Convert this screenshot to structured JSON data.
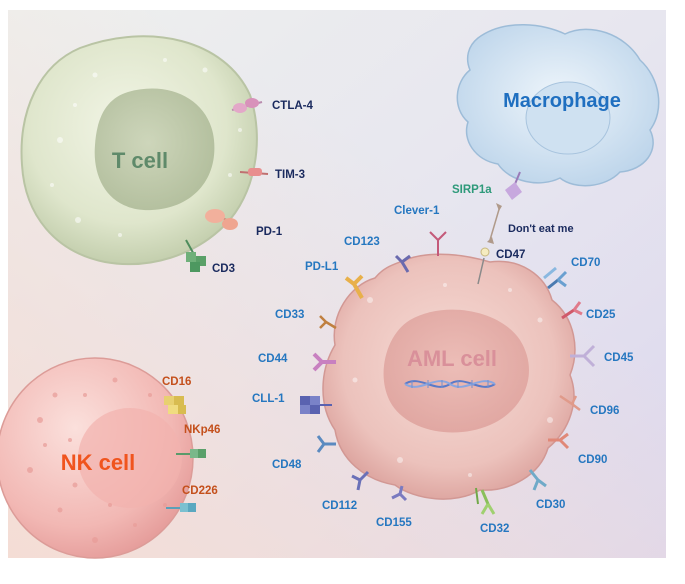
{
  "cells": {
    "t_cell": "T cell",
    "macrophage": "Macrophage",
    "aml_cell": "AML cell",
    "nk_cell": "NK cell"
  },
  "t_cell_receptors": {
    "ctla4": "CTLA-4",
    "tim3": "TIM-3",
    "pd1": "PD-1",
    "cd3": "CD3"
  },
  "macrophage_receptor": {
    "sirp1a": "SIRP1a",
    "signal": "Don't eat me"
  },
  "nk_receptors": {
    "cd16": "CD16",
    "nkp46": "NKp46",
    "cd226": "CD226"
  },
  "aml_antigens": {
    "clever1": "Clever-1",
    "cd123": "CD123",
    "pdl1": "PD-L1",
    "cd47": "CD47",
    "cd70": "CD70",
    "cd33": "CD33",
    "cd25": "CD25",
    "cd44": "CD44",
    "cd45": "CD45",
    "cll1": "CLL-1",
    "cd96": "CD96",
    "cd48": "CD48",
    "cd90": "CD90",
    "cd112": "CD112",
    "cd155": "CD155",
    "cd32": "CD32",
    "cd30": "CD30"
  },
  "colors": {
    "aml_label": "#2577c0",
    "t_label": "#1a2a5e",
    "nk_label": "#c4501c",
    "sirp_label": "#2e9a7a",
    "macrophage_title": "#1f6fc0",
    "t_cell_title": "#5f8a6a",
    "aml_title": "#d9909a",
    "nk_title": "#f0541e"
  }
}
